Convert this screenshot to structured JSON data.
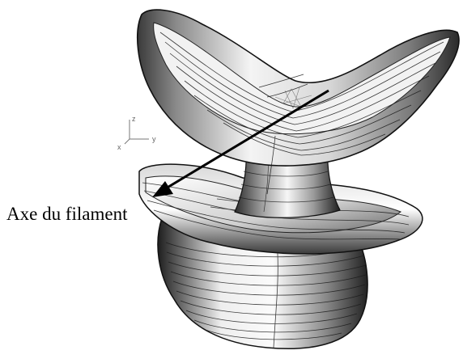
{
  "annotation": {
    "label": "Axe du filament"
  },
  "axes_triad": {
    "z_label": "z",
    "y_label": "y",
    "x_label": "x",
    "color": "#777777"
  },
  "colors": {
    "arrow": "#000000",
    "surface_light": "#fafafa",
    "surface_dark": "#2a2a2a",
    "contour_lines": "#1a1a1a"
  }
}
